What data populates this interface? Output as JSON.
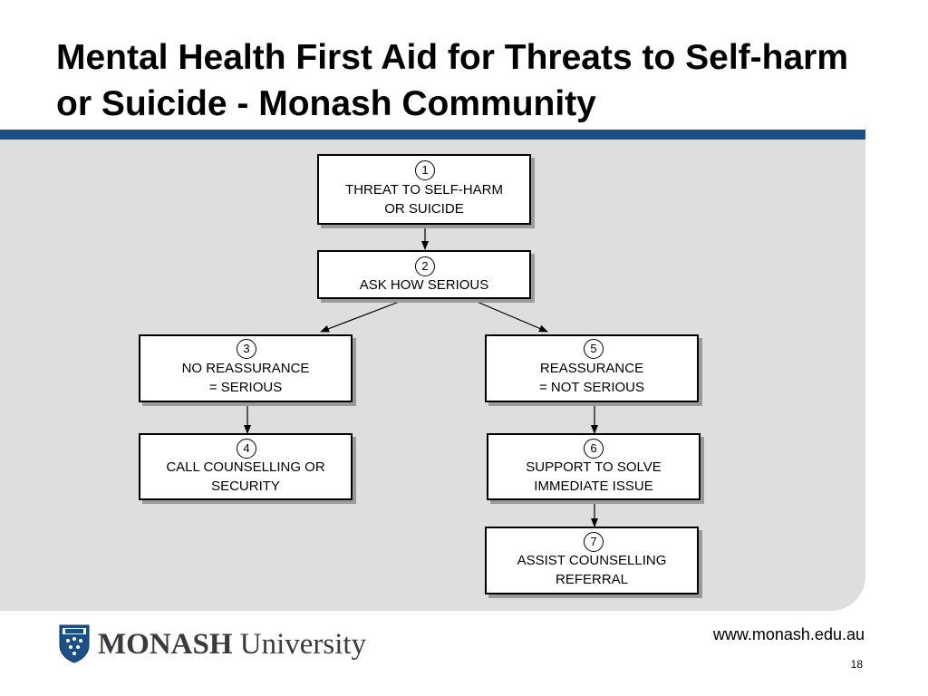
{
  "title": "Mental Health First Aid for Threats to Self-harm or Suicide - Monash Community",
  "flowchart": {
    "nodes": [
      {
        "id": "1",
        "number": "1",
        "lines": [
          "THREAT TO SELF-HARM",
          "OR SUICIDE"
        ]
      },
      {
        "id": "2",
        "number": "2",
        "lines": [
          "ASK HOW SERIOUS"
        ]
      },
      {
        "id": "3",
        "number": "3",
        "lines": [
          "NO REASSURANCE",
          "= SERIOUS"
        ]
      },
      {
        "id": "4",
        "number": "4",
        "lines": [
          "CALL COUNSELLING OR",
          "SECURITY"
        ]
      },
      {
        "id": "5",
        "number": "5",
        "lines": [
          "REASSURANCE",
          "= NOT SERIOUS"
        ]
      },
      {
        "id": "6",
        "number": "6",
        "lines": [
          "SUPPORT TO SOLVE",
          "IMMEDIATE ISSUE"
        ]
      },
      {
        "id": "7",
        "number": "7",
        "lines": [
          "ASSIST COUNSELLING",
          "REFERRAL"
        ]
      }
    ],
    "edges": [
      {
        "from": "1",
        "to": "2"
      },
      {
        "from": "2",
        "to": "3"
      },
      {
        "from": "2",
        "to": "5"
      },
      {
        "from": "3",
        "to": "4"
      },
      {
        "from": "5",
        "to": "6"
      },
      {
        "from": "6",
        "to": "7"
      }
    ]
  },
  "footer": {
    "logo_word_1": "MONASH",
    "logo_word_2": "University",
    "logo_icon": "monash-crest-icon",
    "url": "www.monash.edu.au",
    "page_number": "18"
  },
  "colors": {
    "title_rule": "#1b4f86",
    "panel": "#dedede",
    "crest_blue": "#1b4f86"
  }
}
